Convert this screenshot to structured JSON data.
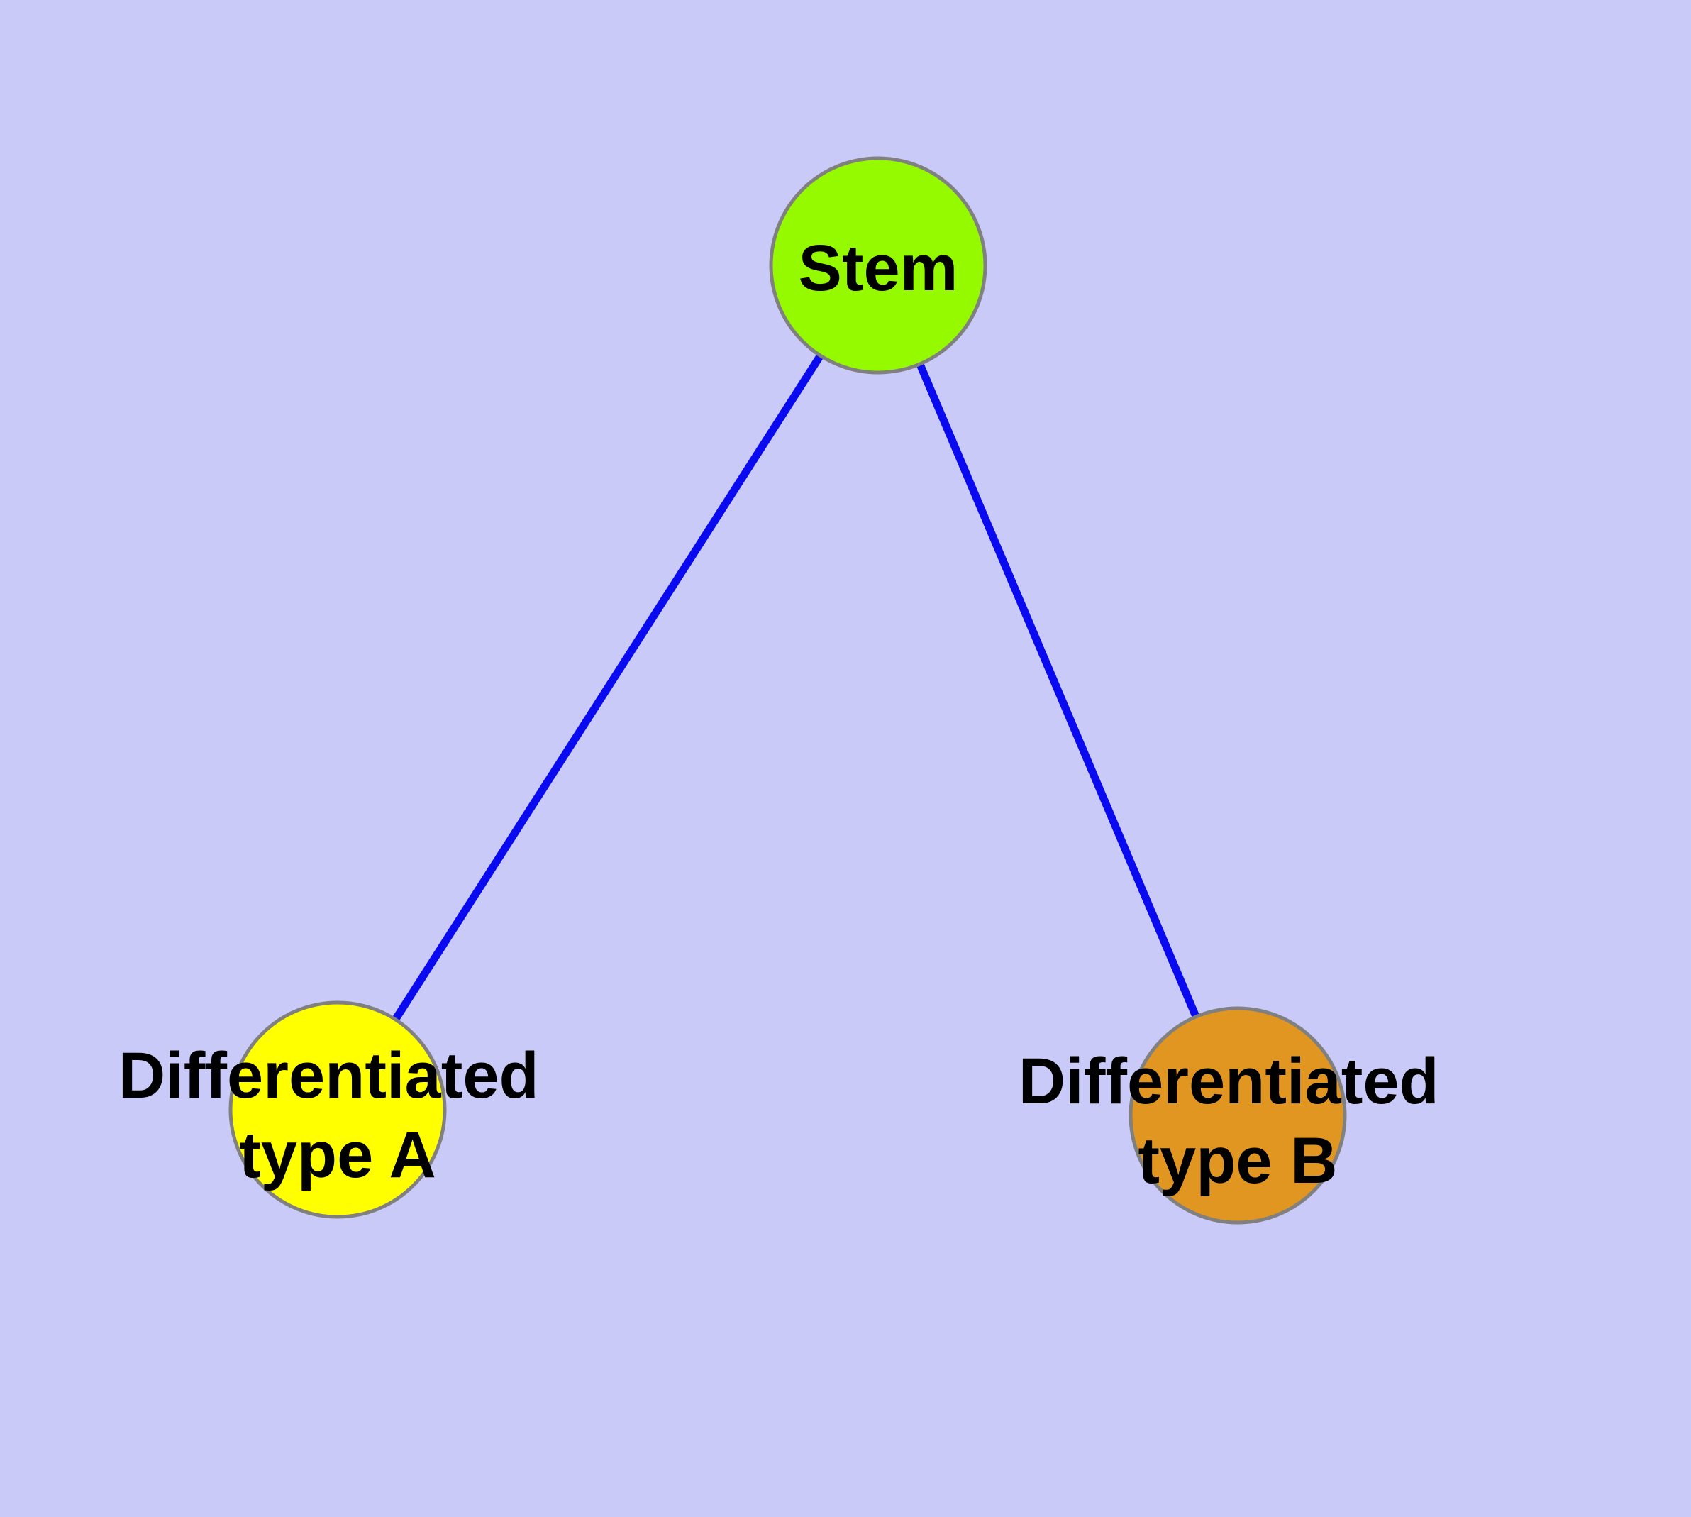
{
  "figure": {
    "type": "graph-diagram",
    "description": "Stem cell differentiation graph: one stem node connected to two differentiated cell type nodes",
    "background_color": "#cacaf8",
    "edge_color": "#0a0af0",
    "node_border_color": "#808080",
    "label_color": "#000000",
    "nodes": [
      {
        "id": "stem",
        "label": "Stem",
        "lines": [
          "Stem"
        ],
        "fill_color": "#95f900"
      },
      {
        "id": "differentiated-type-a",
        "label": "Differentiated type A",
        "lines": [
          "Differentiated",
          "type A"
        ],
        "fill_color": "#ffff00"
      },
      {
        "id": "differentiated-type-b",
        "label": "Differentiated type B",
        "lines": [
          "Differentiated",
          "type B"
        ],
        "fill_color": "#e09620"
      }
    ],
    "edges": [
      {
        "from": "stem",
        "to": "differentiated-type-a"
      },
      {
        "from": "stem",
        "to": "differentiated-type-b"
      }
    ]
  }
}
